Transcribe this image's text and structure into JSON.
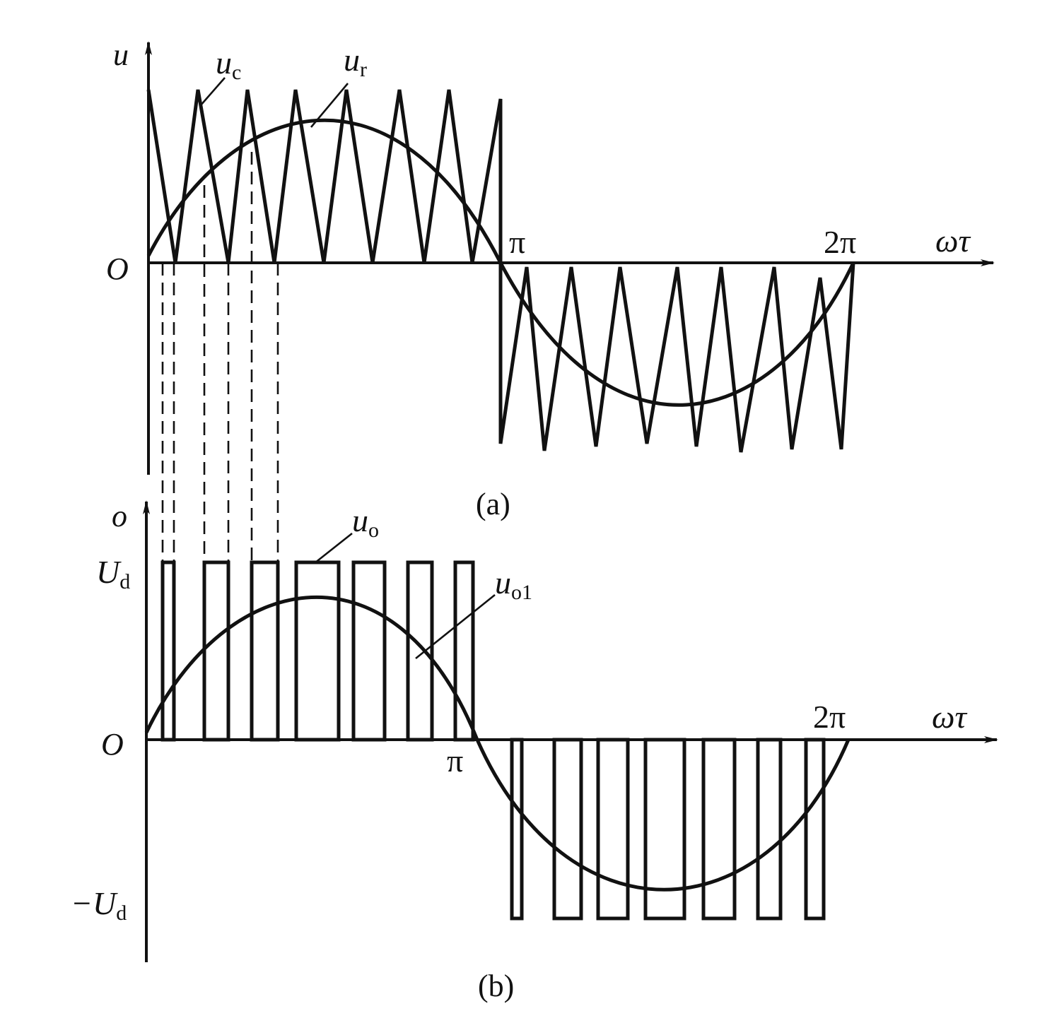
{
  "colors": {
    "ink": "#111111",
    "background": "#ffffff"
  },
  "panel_a": {
    "caption": "(a)",
    "y_axis": "u",
    "x_axis": "ωτ",
    "origin": "O",
    "tick_pi": "π",
    "tick_2pi": "2π",
    "carrier": {
      "base": "u",
      "sub": "c"
    },
    "reference": {
      "base": "u",
      "sub": "r"
    }
  },
  "panel_b": {
    "caption": "(b)",
    "y_axis": "o",
    "x_axis": "ωτ",
    "origin": "O",
    "tick_pi": "π",
    "tick_2pi": "2π",
    "level_pos": {
      "base": "U",
      "sub": "d"
    },
    "level_neg": {
      "base": "−U",
      "sub": "d"
    },
    "pwm_output": {
      "base": "u",
      "sub": "o"
    },
    "fundamental": {
      "base": "u",
      "sub": "o1"
    }
  }
}
